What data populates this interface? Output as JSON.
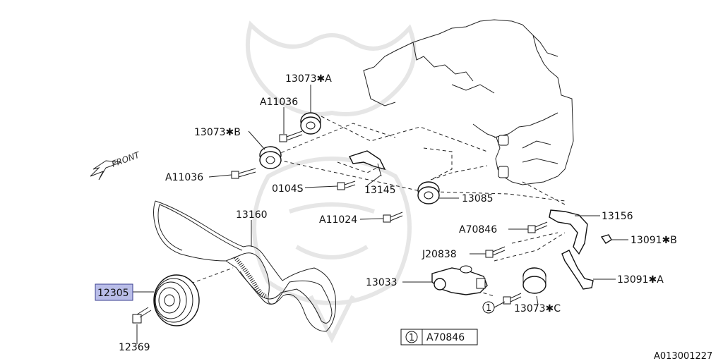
{
  "diagram": {
    "front_label": "FRONT",
    "figure_code": "A013001227",
    "legend": {
      "symbol": "1",
      "part": "A70846"
    },
    "parts": {
      "p13073A": "13073✱A",
      "pA11036_upper": "A11036",
      "p13073B": "13073✱B",
      "pA11036_lower": "A11036",
      "p0104S": "0104S",
      "p13145": "13145",
      "p13085": "13085",
      "p13160": "13160",
      "pA11024": "A11024",
      "p13156": "13156",
      "pA70846": "A70846",
      "p13091B": "13091✱B",
      "pJ20838": "J20838",
      "p13033": "13033",
      "p13091A": "13091✱A",
      "p12305": "12305",
      "p12369": "12369",
      "p13073C": "13073✱C",
      "callout_marker": "1"
    }
  }
}
